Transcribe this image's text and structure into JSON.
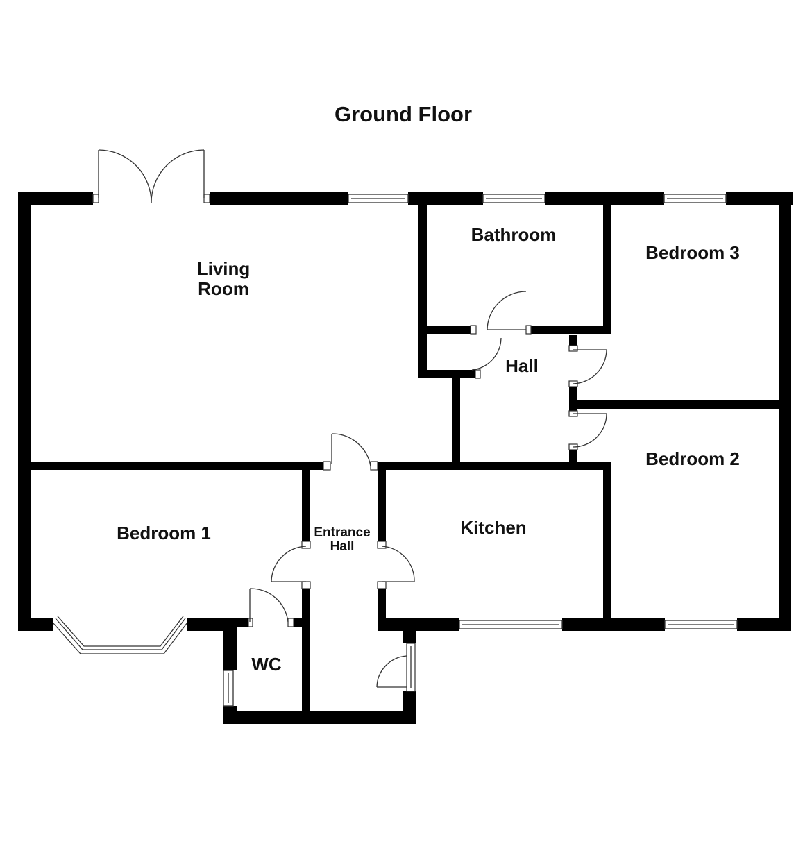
{
  "title": "Ground Floor",
  "rooms": {
    "living_room": [
      "Living",
      "Room"
    ],
    "bathroom": "Bathroom",
    "bedroom_3": "Bedroom 3",
    "hall": "Hall",
    "bedroom_2": "Bedroom 2",
    "bedroom_1": "Bedroom 1",
    "entrance_hall": [
      "Entrance",
      "Hall"
    ],
    "kitchen": "Kitchen",
    "wc": "WC"
  },
  "colors": {
    "wall": "#000000",
    "line": "#333333",
    "background": "#ffffff"
  }
}
